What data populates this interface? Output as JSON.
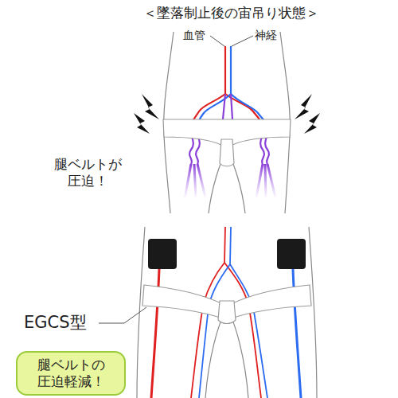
{
  "diagram": {
    "title": "＜墜落制止後の宙吊り状態＞",
    "nodes": [
      {
        "text": [
          "腿ベルトの 圧迫軽減！"
        ]
      }
    ],
    "labels": [
      "血管",
      "神経",
      "腿ベルトが 圧迫！",
      "EGCS型"
    ]
  }
}
